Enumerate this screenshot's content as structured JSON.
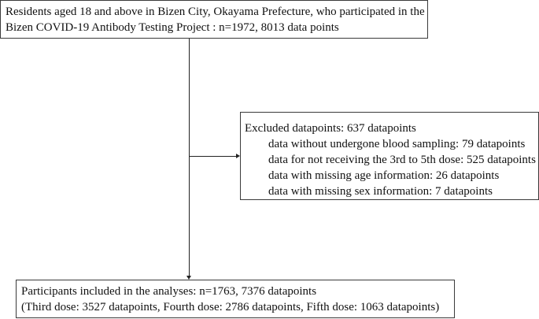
{
  "flowchart": {
    "top_box": {
      "lines": [
        "Residents aged 18 and above in Bizen City, Okayama Prefecture, who participated in the",
        "Bizen COVID-19 Antibody Testing Project : n=1972,  8013 data points"
      ]
    },
    "excluded_box": {
      "title": "Excluded datapoints: 637 datapoints",
      "items": [
        "data without undergone blood sampling: 79 datapoints",
        "data for not receiving the 3rd to 5th dose: 525 datapoints",
        "data with missing age information: 26 datapoints",
        "data with missing sex information: 7 datapoints"
      ]
    },
    "bottom_box": {
      "lines": [
        "Participants included in the analyses: n=1763, 7376 datapoints",
        "(Third dose: 3527 datapoints, Fourth dose: 2786 datapoints, Fifth dose: 1063 datapoints)"
      ]
    },
    "colors": {
      "border": "#3a3a3a",
      "line": "#222222",
      "text": "#111111",
      "background": "#ffffff"
    }
  }
}
